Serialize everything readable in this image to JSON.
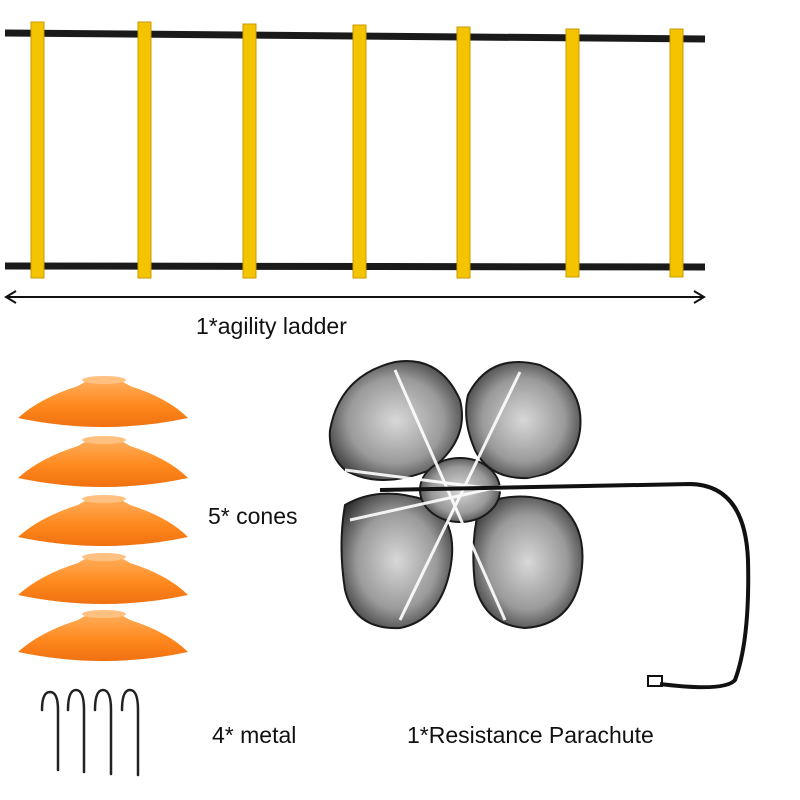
{
  "labels": {
    "ladder": "1*agility ladder",
    "cones": "5* cones",
    "metal": "4* metal",
    "parachute": "1*Resistance Parachute"
  },
  "items": {
    "ladder_rungs": 7,
    "cones": 5,
    "stakes": 4
  },
  "colors": {
    "rung": "#f5c400",
    "strap": "#1a1a1a",
    "cone": "#ff8a1e",
    "parachute": "#8c8c8c",
    "background": "#ffffff"
  }
}
